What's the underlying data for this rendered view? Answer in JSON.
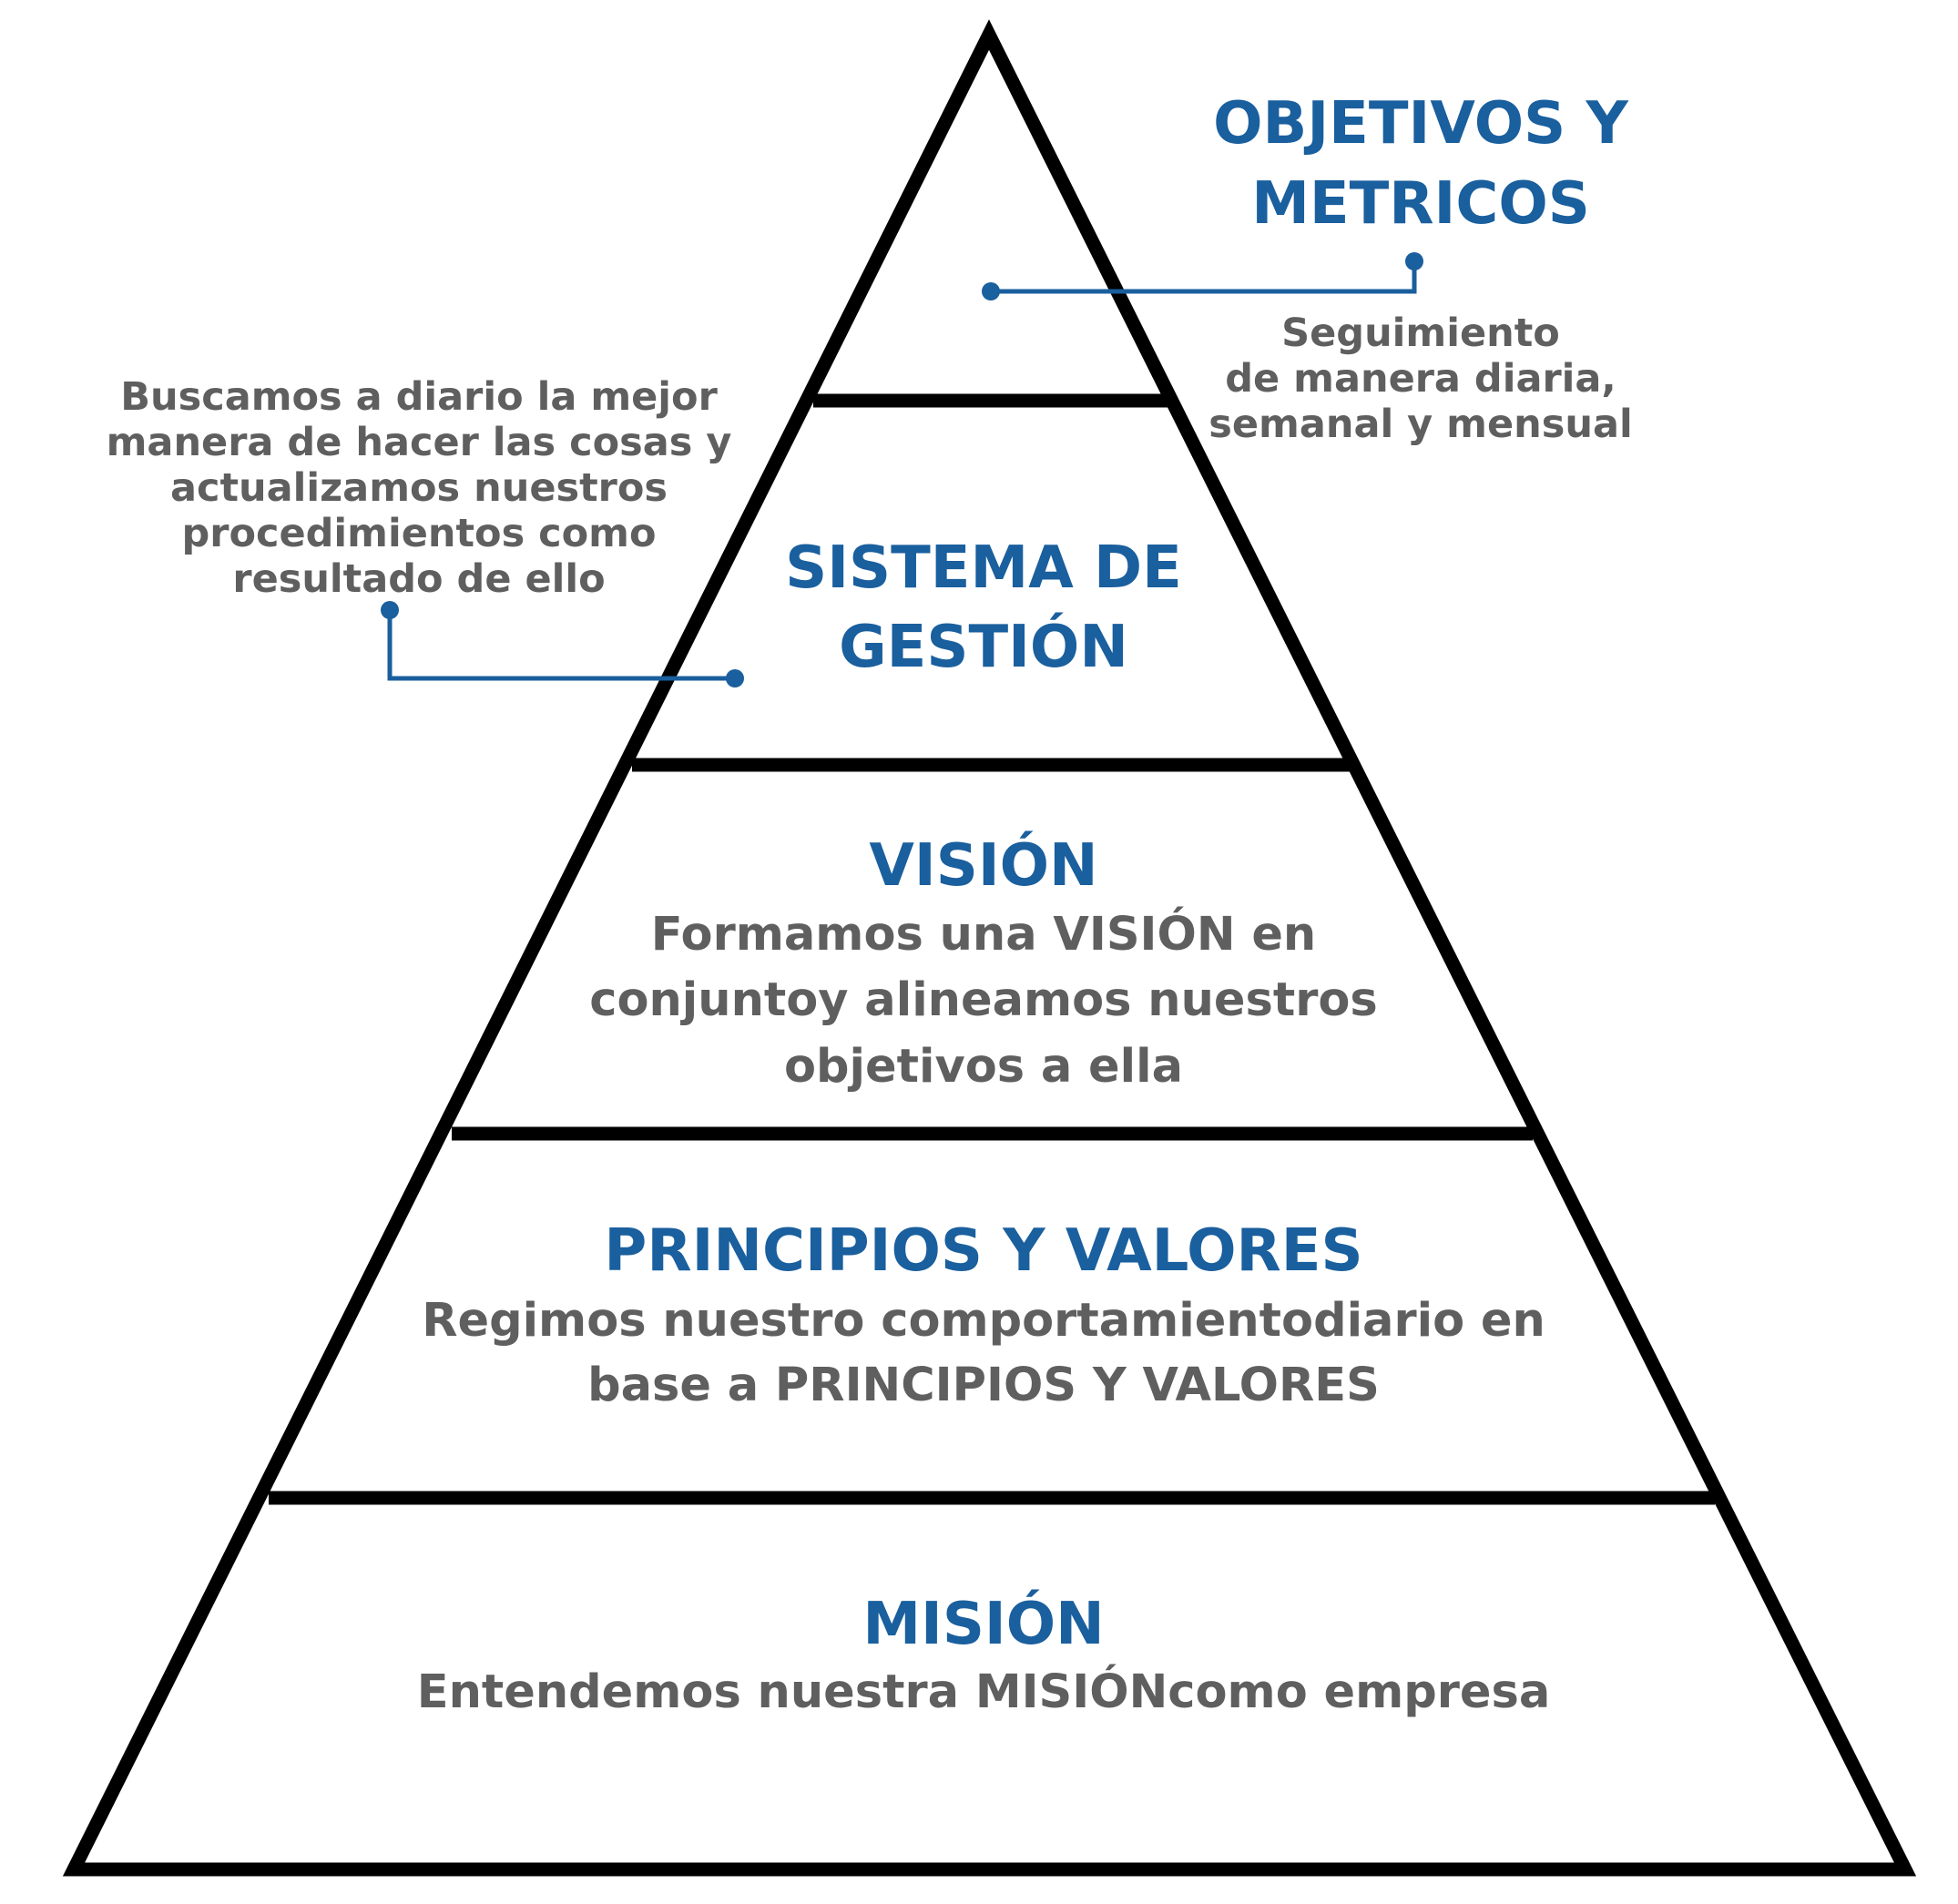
{
  "levels": [
    {
      "title_lines": [
        "OBJETIVOS Y",
        "METRICOS"
      ],
      "body_lines": []
    },
    {
      "title_lines": [
        "SISTEMA DE",
        "GESTIÓN"
      ],
      "body_lines": []
    },
    {
      "title_lines": [
        "VISIÓN"
      ],
      "body_lines": [
        "Formamos una VISIÓN en",
        "conjuntoy alineamos nuestros",
        "objetivos a ella"
      ]
    },
    {
      "title_lines": [
        "PRINCIPIOS Y VALORES"
      ],
      "body_lines": [
        "Regimos nuestro comportamientodiario en",
        "base a PRINCIPIOS Y VALORES"
      ]
    },
    {
      "title_lines": [
        "MISIÓN"
      ],
      "body_lines": [
        "Entendemos nuestra MISIÓNcomo empresa"
      ]
    }
  ],
  "callouts": {
    "objetivos": {
      "lines": [
        "Seguimiento",
        "de manera diaria,",
        "semanal y mensual"
      ]
    },
    "gestion": {
      "lines": [
        "Buscamos a diario la mejor",
        "manera de hacer las cosas y",
        "actualizamos nuestros",
        "procedimientos como",
        "resultado de ello"
      ]
    }
  },
  "colors": {
    "heading": "#1a5f9e",
    "body": "#5f5f5f",
    "outline": "#000000",
    "connector": "#1a5f9e"
  }
}
